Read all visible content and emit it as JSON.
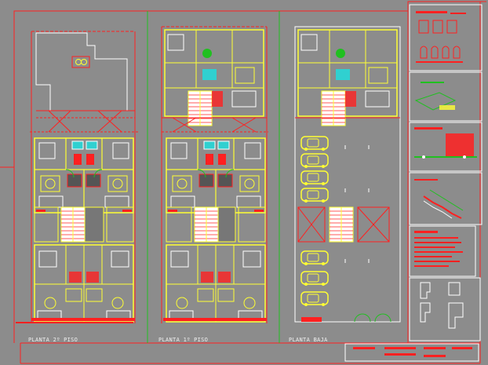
{
  "app": {
    "view": "CAD model space"
  },
  "colors": {
    "background": "#8c8c8c",
    "frame": "#ff2020",
    "walls": "#ffff33",
    "green": "#20c020",
    "white": "#ffffff",
    "cyan": "#30d0d0"
  },
  "plans": [
    {
      "id": "segundo",
      "title": "PLANTA 2º PISO"
    },
    {
      "id": "primero",
      "title": "PLANTA 1º PISO"
    },
    {
      "id": "baja",
      "title": "PLANTA BAJA"
    }
  ],
  "sheet": {
    "panels": [
      "elevations",
      "detail-iso",
      "section-detail",
      "stair-detail",
      "notes-table",
      "location-keys"
    ]
  }
}
